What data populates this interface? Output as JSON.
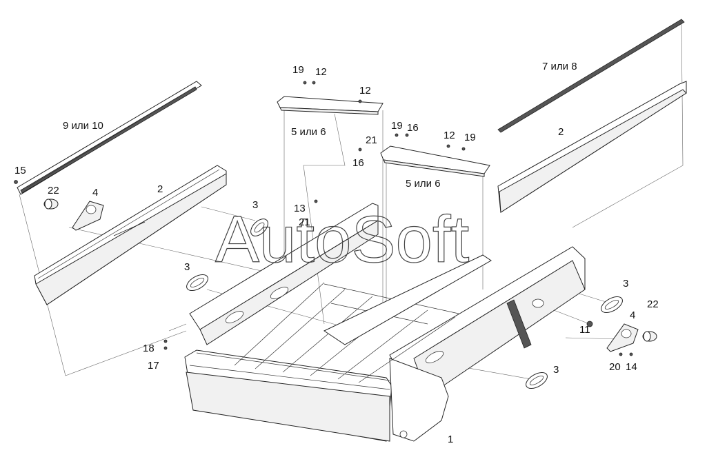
{
  "watermark": "AutoSoft",
  "labels": {
    "l1": "1",
    "l2_left": "2",
    "l2_right": "2",
    "l3_inner": "3",
    "l3_left": "3",
    "l3_right_top": "3",
    "l3_right_bottom": "3",
    "l4_left": "4",
    "l4_right": "4",
    "l5_6_top": "5 или 6",
    "l5_6_bottom": "5 или 6",
    "l7_8": "7 или 8",
    "l9_10": "9 или 10",
    "l11": "11",
    "l12_a": "12",
    "l12_b": "12",
    "l12_c": "12",
    "l13": "13",
    "l14": "14",
    "l15": "15",
    "l16_a": "16",
    "l16_b": "16",
    "l17": "17",
    "l18": "18",
    "l19_a": "19",
    "l19_b": "19",
    "l19_c": "19",
    "l20": "20",
    "l21_a": "21",
    "l21_b": "21",
    "l22_left": "22",
    "l22_right": "22"
  }
}
